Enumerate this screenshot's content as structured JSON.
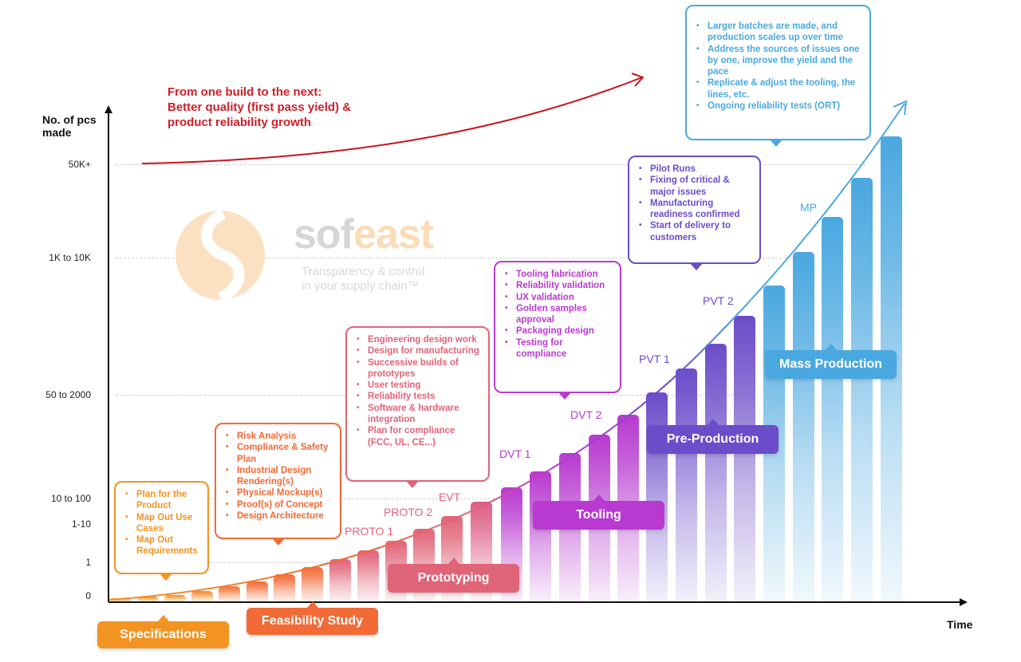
{
  "y_axis": {
    "title_line1": "No. of pcs",
    "title_line2": "made",
    "ticks": [
      "50K+",
      "1K to 10K",
      "50 to 2000",
      "10 to 100",
      "1-10",
      "1",
      "0"
    ]
  },
  "x_axis": {
    "title": "Time"
  },
  "headline": {
    "line1": "From one build to the next:",
    "line2": "Better quality (first pass yield) &",
    "line3": "product reliability growth",
    "color": "#d0202a"
  },
  "watermark": {
    "brand_part1": "sof",
    "brand_part2": "east",
    "tagline_line1": "Transparency & control",
    "tagline_line2": "in your supply chain™"
  },
  "stage_labels": {
    "proto1": "PROTO 1",
    "proto2": "PROTO 2",
    "evt": "EVT",
    "dvt1": "DVT 1",
    "dvt2": "DVT 2",
    "pvt1": "PVT 1",
    "pvt2": "PVT 2",
    "mp": "MP"
  },
  "phases": [
    {
      "name": "Specifications",
      "color": "#f39322",
      "items": [
        "Plan for the Product",
        "Map Out Use Cases",
        "Map Out Requirements"
      ]
    },
    {
      "name": "Feasibility Study",
      "color": "#f26a36",
      "items": [
        "Risk Analysis",
        "Compliance & Safety Plan",
        "Industrial Design Rendering(s)",
        "Physical Mockup(s)",
        "Proof(s) of Concept",
        "Design Architecture"
      ]
    },
    {
      "name": "Prototyping",
      "color": "#e06478",
      "items": [
        "Engineering design work",
        "Design for manufacturing",
        "Successive builds of prototypes",
        "User testing",
        "Reliability tests",
        "Software & hardware integration",
        "Plan for compliance (FCC, UL, CE...)"
      ]
    },
    {
      "name": "Tooling",
      "color": "#b83ad0",
      "items": [
        "Tooling fabrication",
        "Reliability validation",
        "UX validation",
        "Golden samples approval",
        "Packaging design",
        "Testing for compliance"
      ]
    },
    {
      "name": "Pre-Production",
      "color": "#6b4cc9",
      "items": [
        "Pilot Runs",
        "Fixing of critical & major issues",
        "Manufacturing readiness confirmed",
        "Start of delivery to customers"
      ]
    },
    {
      "name": "Mass Production",
      "color": "#4aa8e0",
      "items": [
        "Larger batches are made, and production scales up over time",
        "Address the sources of issues one by one, improve the yield and the pace",
        "Replicate & adjust the tooling, the lines, etc.",
        "Ongoing reliability tests (ORT)"
      ]
    }
  ]
}
